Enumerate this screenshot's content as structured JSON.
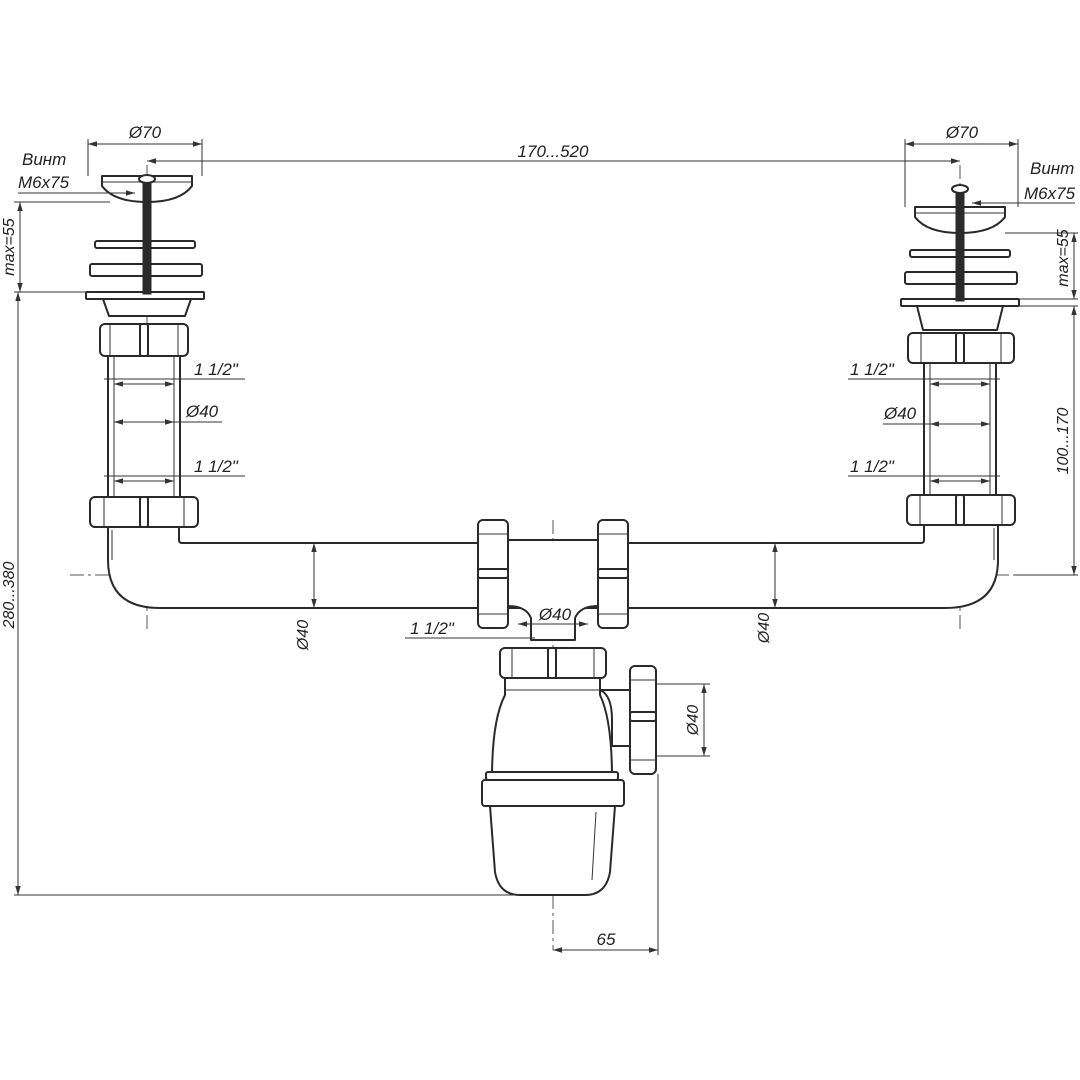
{
  "labels": {
    "diameter_70": "Ø70",
    "span": "170...520",
    "screw_title": "Винт",
    "screw_size": "M6x75",
    "max_height": "max=55",
    "thread": "1 1/2\"",
    "diameter_40": "Ø40",
    "riser_height": "100...170",
    "total_height": "280...380",
    "outlet_offset": "65"
  }
}
